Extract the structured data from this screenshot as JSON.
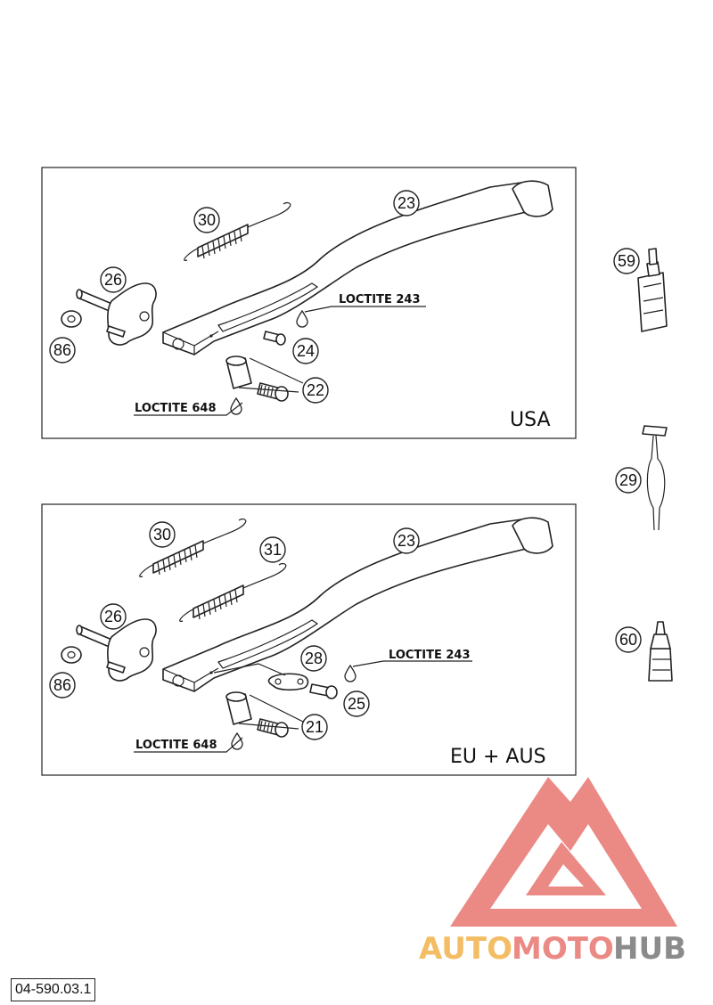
{
  "document_number": "04-590.03.1",
  "watermark": {
    "part1": "AUTO",
    "part2": "MOTO",
    "part3": "HUB",
    "color_warm": "#f2b24a",
    "color_red": "#e87570",
    "color_gray": "#777777"
  },
  "panels": [
    {
      "region": "USA",
      "loctite_1": "LOCTITE 243",
      "loctite_2": "LOCTITE 648",
      "callouts": [
        "30",
        "23",
        "26",
        "86",
        "24",
        "22"
      ]
    },
    {
      "region": "EU + AUS",
      "loctite_1": "LOCTITE 243",
      "loctite_2": "LOCTITE 648",
      "callouts": [
        "30",
        "31",
        "23",
        "26",
        "86",
        "28",
        "25",
        "21"
      ]
    }
  ],
  "side_items": [
    "59",
    "29",
    "60"
  ]
}
